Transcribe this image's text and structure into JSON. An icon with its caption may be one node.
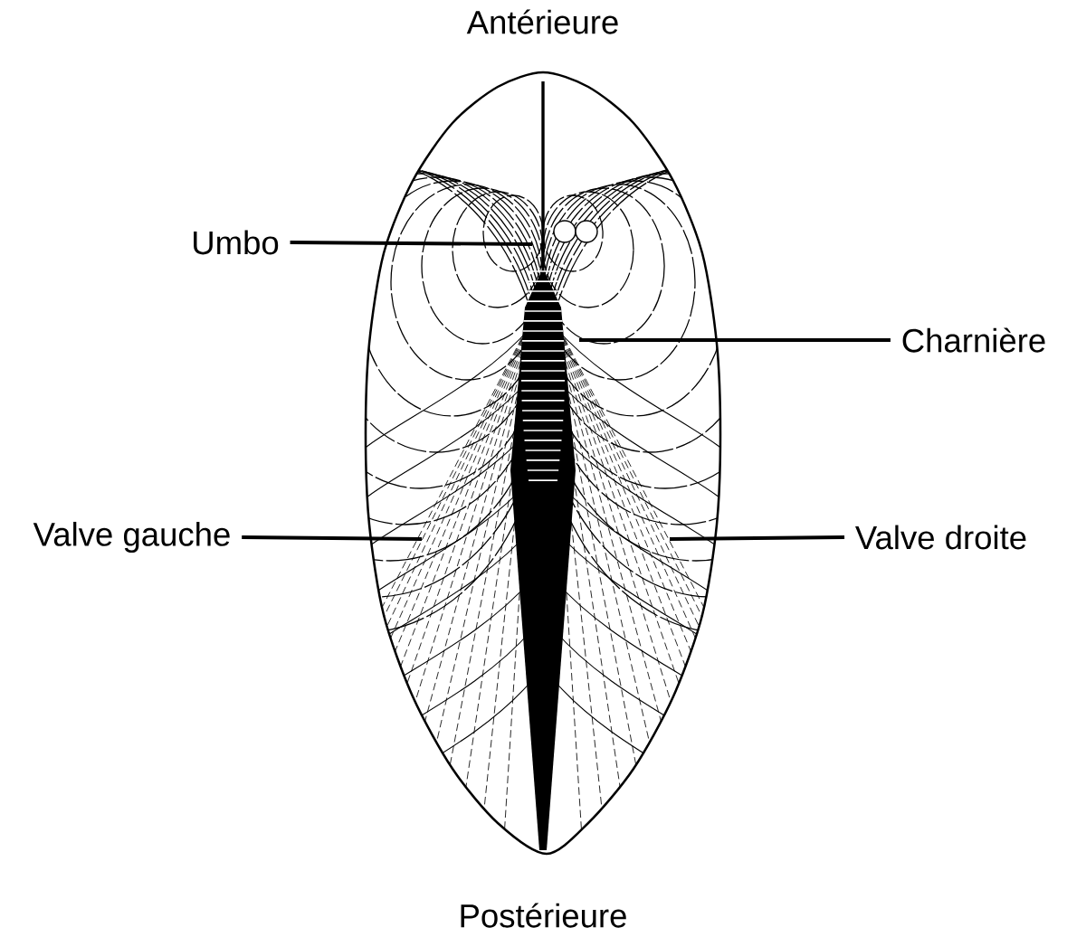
{
  "diagram": {
    "nodes": [
      {
        "text": [
          "Umbo"
        ]
      },
      {
        "text": [
          "Charnière"
        ]
      },
      {
        "text": [
          "Valve gauche"
        ]
      },
      {
        "text": [
          "Valve droite"
        ]
      }
    ],
    "edges": [
      {
        "from": 0,
        "to": null,
        "arrow": "none"
      },
      {
        "from": 1,
        "to": null,
        "arrow": "none"
      },
      {
        "from": 2,
        "to": null,
        "arrow": "none"
      },
      {
        "from": 3,
        "to": null,
        "arrow": "none"
      }
    ],
    "labels": [
      "Antérieure",
      "Postérieure"
    ]
  }
}
